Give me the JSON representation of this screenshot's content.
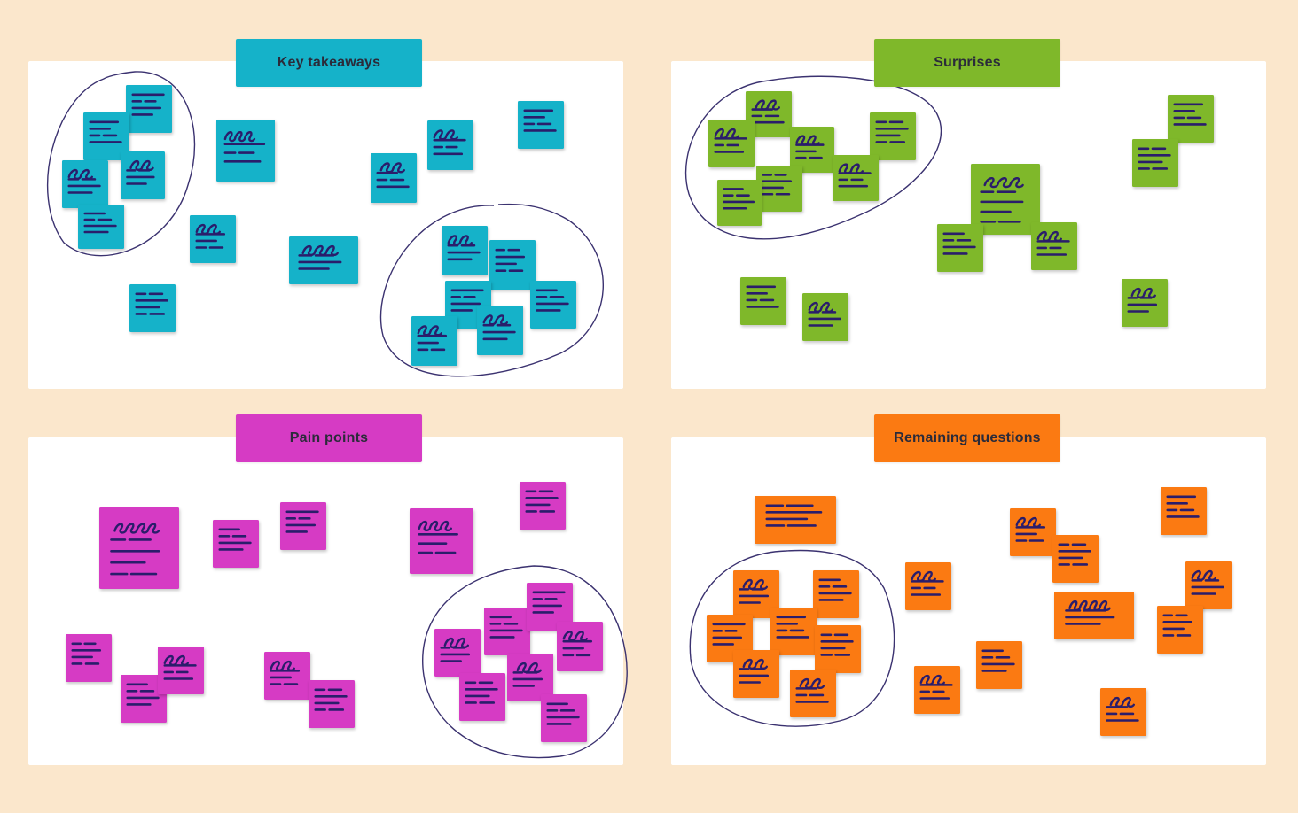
{
  "panels": [
    {
      "id": "key-takeaways",
      "title": "Key takeaways",
      "color": "#15b2c9"
    },
    {
      "id": "surprises",
      "title": "Surprises",
      "color": "#7fb82a"
    },
    {
      "id": "pain-points",
      "title": "Pain points",
      "color": "#d63bc4"
    },
    {
      "id": "remaining-questions",
      "title": "Remaining questions",
      "color": "#fb7a12"
    }
  ],
  "colors": {
    "background": "#fbe7cc",
    "panel": "#ffffff",
    "ink": "#2a1d6b",
    "lasso": "#3b3270"
  }
}
